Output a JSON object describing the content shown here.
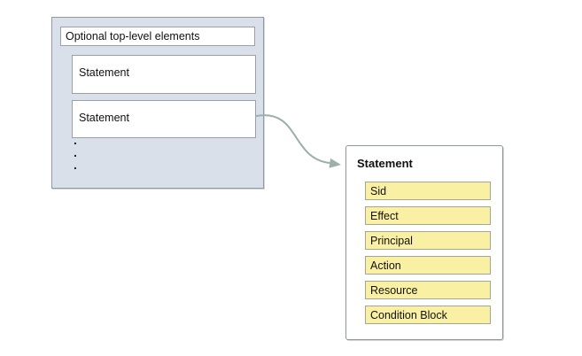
{
  "policy_panel": {
    "optional_box_label": "Optional top-level elements",
    "statement_boxes": [
      "Statement",
      "Statement"
    ],
    "ellipsis_dots": [
      ".",
      ".",
      "."
    ]
  },
  "statement_panel": {
    "title": "Statement",
    "elements": [
      "Sid",
      "Effect",
      "Principal",
      "Action",
      "Resource",
      "Condition Block"
    ]
  },
  "colors": {
    "canvas_bg": "#ffffff",
    "text_color": "#111111",
    "policy_panel_fill": "#d9e0e9",
    "policy_panel_border": "#8f9aa2",
    "white_box_fill": "#ffffff",
    "white_box_border": "#98a1a7",
    "detail_panel_fill": "#ffffff",
    "detail_panel_border": "#8c969c",
    "element_box_fill": "#faf0a3",
    "element_box_border": "#a3a596",
    "arrow_color": "#9dafab"
  }
}
